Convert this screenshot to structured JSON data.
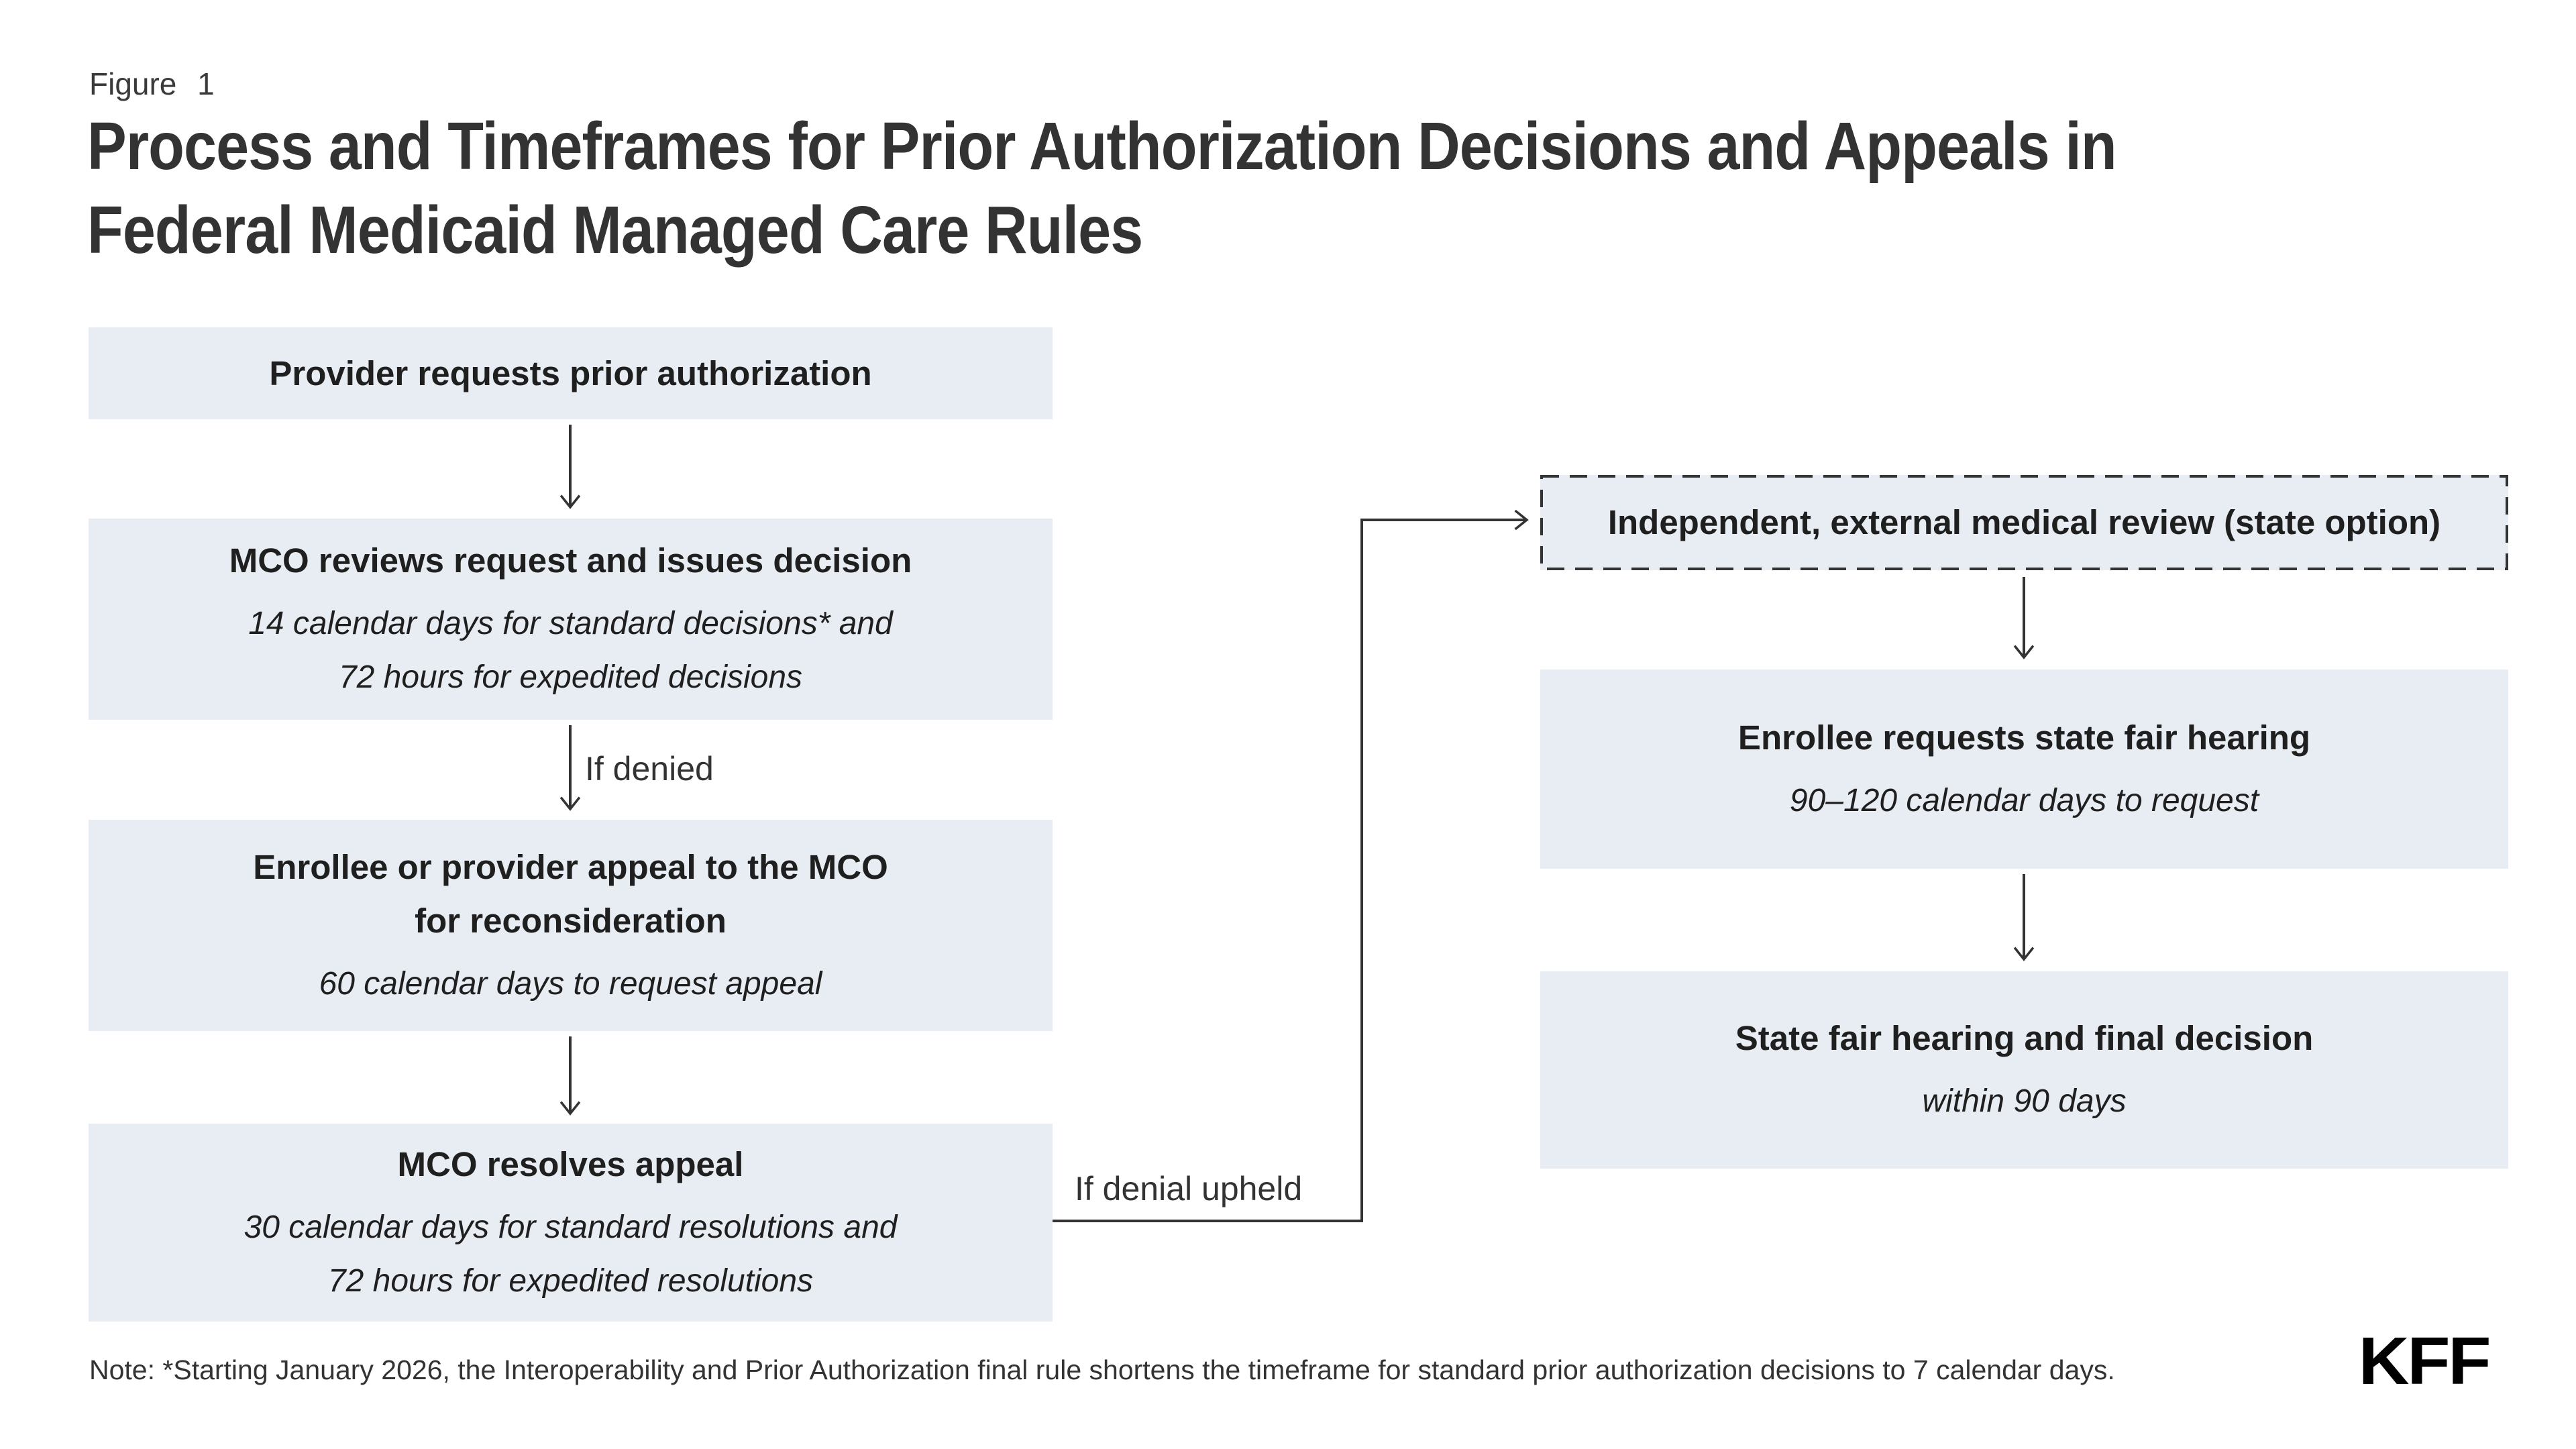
{
  "figure": {
    "label": "Figure 1",
    "title_line1": "Process and Timeframes for Prior Authorization Decisions and Appeals in",
    "title_line2": "Federal Medicaid Managed Care Rules"
  },
  "colors": {
    "box_fill": "#e8edf3",
    "box_text": "#1f1f1f",
    "title_text": "#333333",
    "arrow_stroke": "#333333",
    "background": "#ffffff",
    "logo_text": "#000000"
  },
  "flow_left": {
    "boxes": [
      {
        "title": "Provider requests prior authorization"
      },
      {
        "title": "MCO reviews request and issues decision",
        "detail_line1": "14 calendar days for standard decisions* and",
        "detail_line2": "72 hours for expedited decisions"
      },
      {
        "title_line1": "Enrollee or provider appeal to the MCO",
        "title_line2": "for reconsideration",
        "detail_line1": "60 calendar days to request appeal"
      },
      {
        "title": "MCO resolves appeal",
        "detail_line1": "30 calendar days for standard resolutions and",
        "detail_line2": "72 hours for expedited resolutions"
      }
    ],
    "edge_labels": {
      "denied": "If denied",
      "denial_upheld": "If denial upheld"
    }
  },
  "flow_right": {
    "boxes": [
      {
        "title": "Independent, external medical review (state option)"
      },
      {
        "title": "Enrollee requests state fair hearing",
        "detail_line1": "90–120 calendar days to request"
      },
      {
        "title": "State fair hearing and final decision",
        "detail_line1": "within 90 days"
      }
    ]
  },
  "note": "Note: *Starting January 2026, the Interoperability and Prior Authorization final rule shortens the timeframe for standard prior authorization decisions to 7 calendar days.",
  "logo": "KFF"
}
